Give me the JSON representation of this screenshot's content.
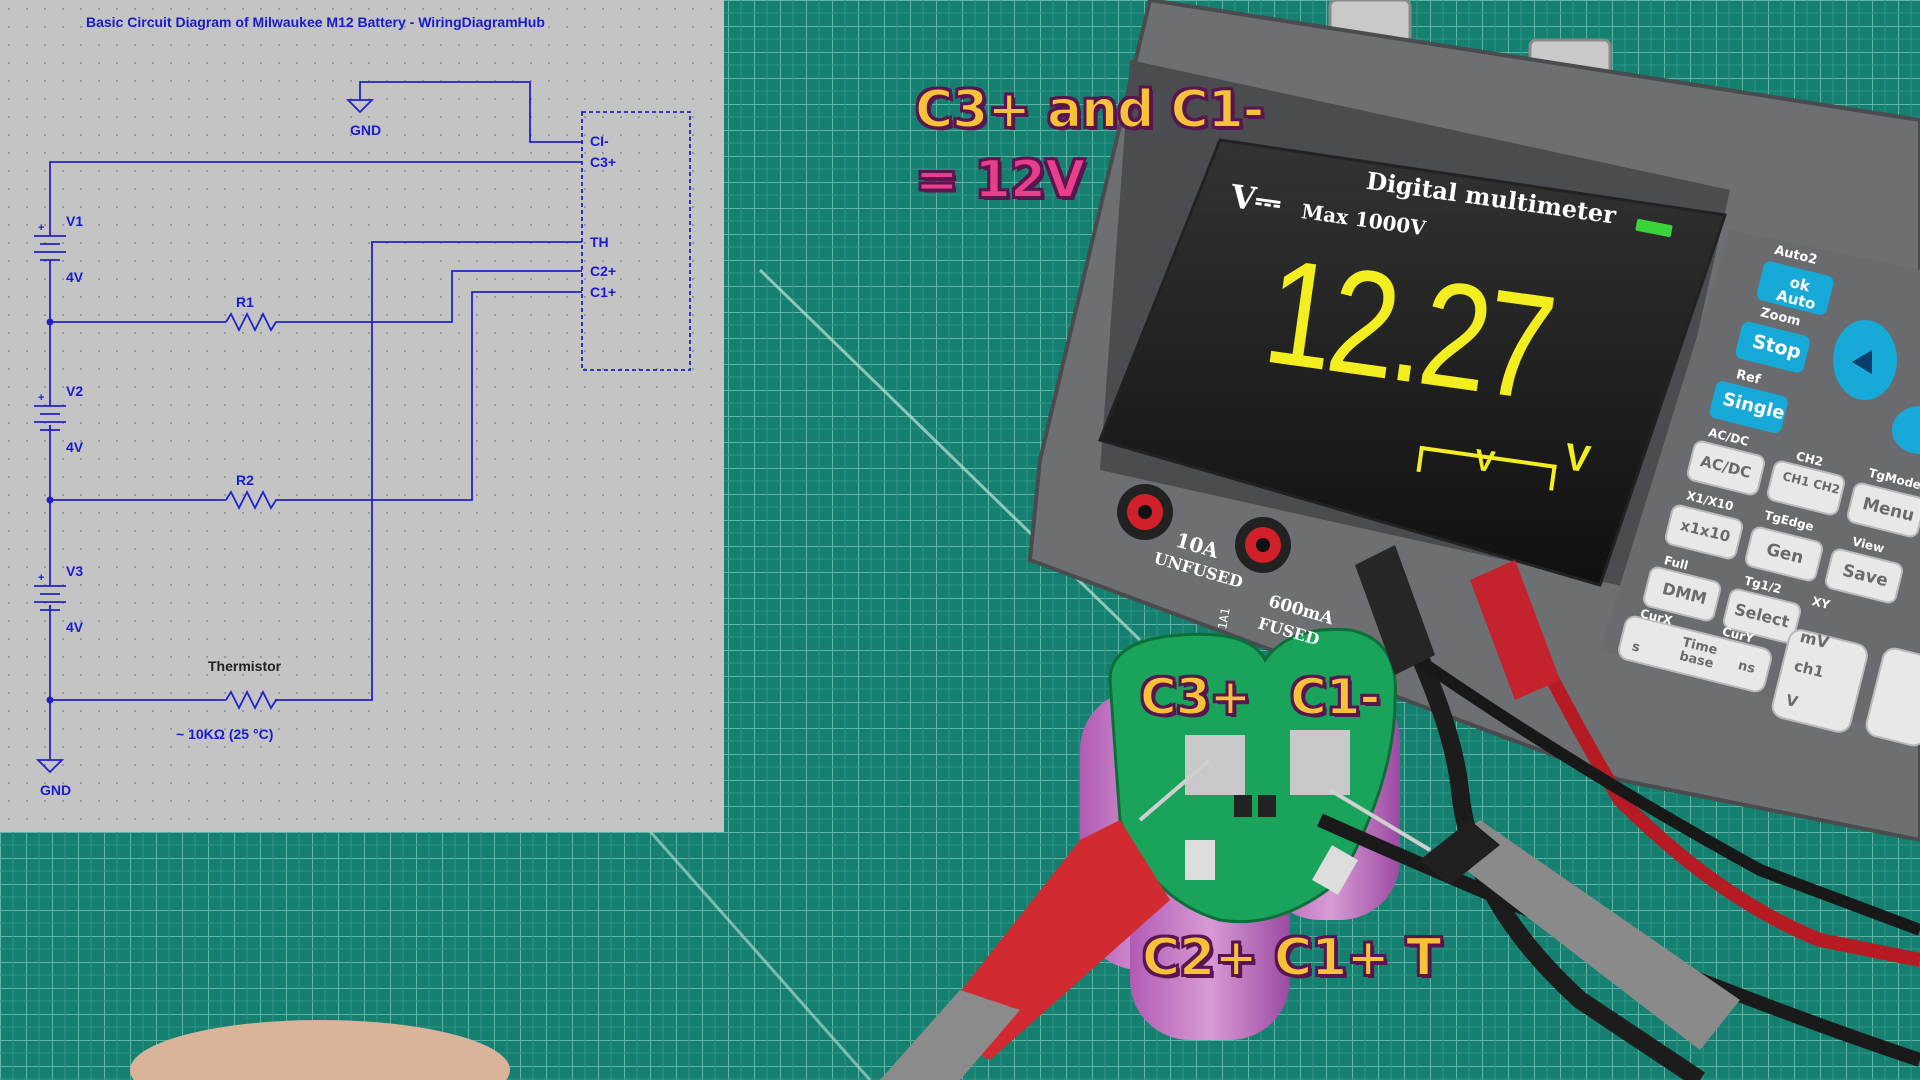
{
  "diagram": {
    "title": "Basic Circuit Diagram of Milwaukee M12 Battery - WiringDiagramHub",
    "gnd_top": "GND",
    "gnd_bottom": "GND",
    "pins": [
      "CI-",
      "C3+",
      "TH",
      "C2+",
      "C1+"
    ],
    "cells": [
      {
        "name": "V1",
        "value": "4V"
      },
      {
        "name": "V2",
        "value": "4V"
      },
      {
        "name": "V3",
        "value": "4V"
      }
    ],
    "resistors": [
      "R1",
      "R2"
    ],
    "thermistor_label": "Thermistor",
    "thermistor_value": "~ 10KΩ (25 °C)",
    "plus_sign": "+"
  },
  "overlay": {
    "line1": "C3+ and C1-",
    "line2": "= 12V",
    "probe_top_left": "C3+",
    "probe_top_right": "C1-",
    "probe_bottom": "C2+ C1+ T"
  },
  "meter": {
    "screen_title": "Digital multimeter",
    "mode_symbol": "V⎓",
    "max_label": "Max 1000V",
    "reading": "12.27",
    "unit": "V",
    "range_label": "V",
    "jack_10a": "10A",
    "jack_10a_sub": "UNFUSED",
    "jack_600ma": "600mA",
    "jack_600ma_sub": "FUSED",
    "buttons": [
      {
        "top": "Auto2",
        "label": "ok Auto"
      },
      {
        "top": "Zoom",
        "label": "Stop"
      },
      {
        "top": "Ref",
        "label": "Single"
      },
      {
        "top": "AC/DC",
        "label": "AC/DC"
      },
      {
        "top": "CH2",
        "label": "CH1 CH2"
      },
      {
        "top": "TgMode",
        "label": "Menu"
      },
      {
        "top": "X1/X10",
        "label": "x1x10"
      },
      {
        "top": "TgEdge",
        "label": "Gen"
      },
      {
        "top": "View",
        "label": "Save"
      },
      {
        "top": "Full",
        "label": "DMM"
      },
      {
        "top": "Tg1/2",
        "label": "Select"
      },
      {
        "top": "XY",
        "label": ""
      },
      {
        "top": "CurX",
        "label": "Time base"
      },
      {
        "top": "CurY",
        "label": "ch1"
      },
      {
        "top": "",
        "label": "mV"
      }
    ],
    "btn_s": "s",
    "btn_ns": "ns",
    "btn_v": "V"
  },
  "board": {
    "part_label": "1A1"
  }
}
